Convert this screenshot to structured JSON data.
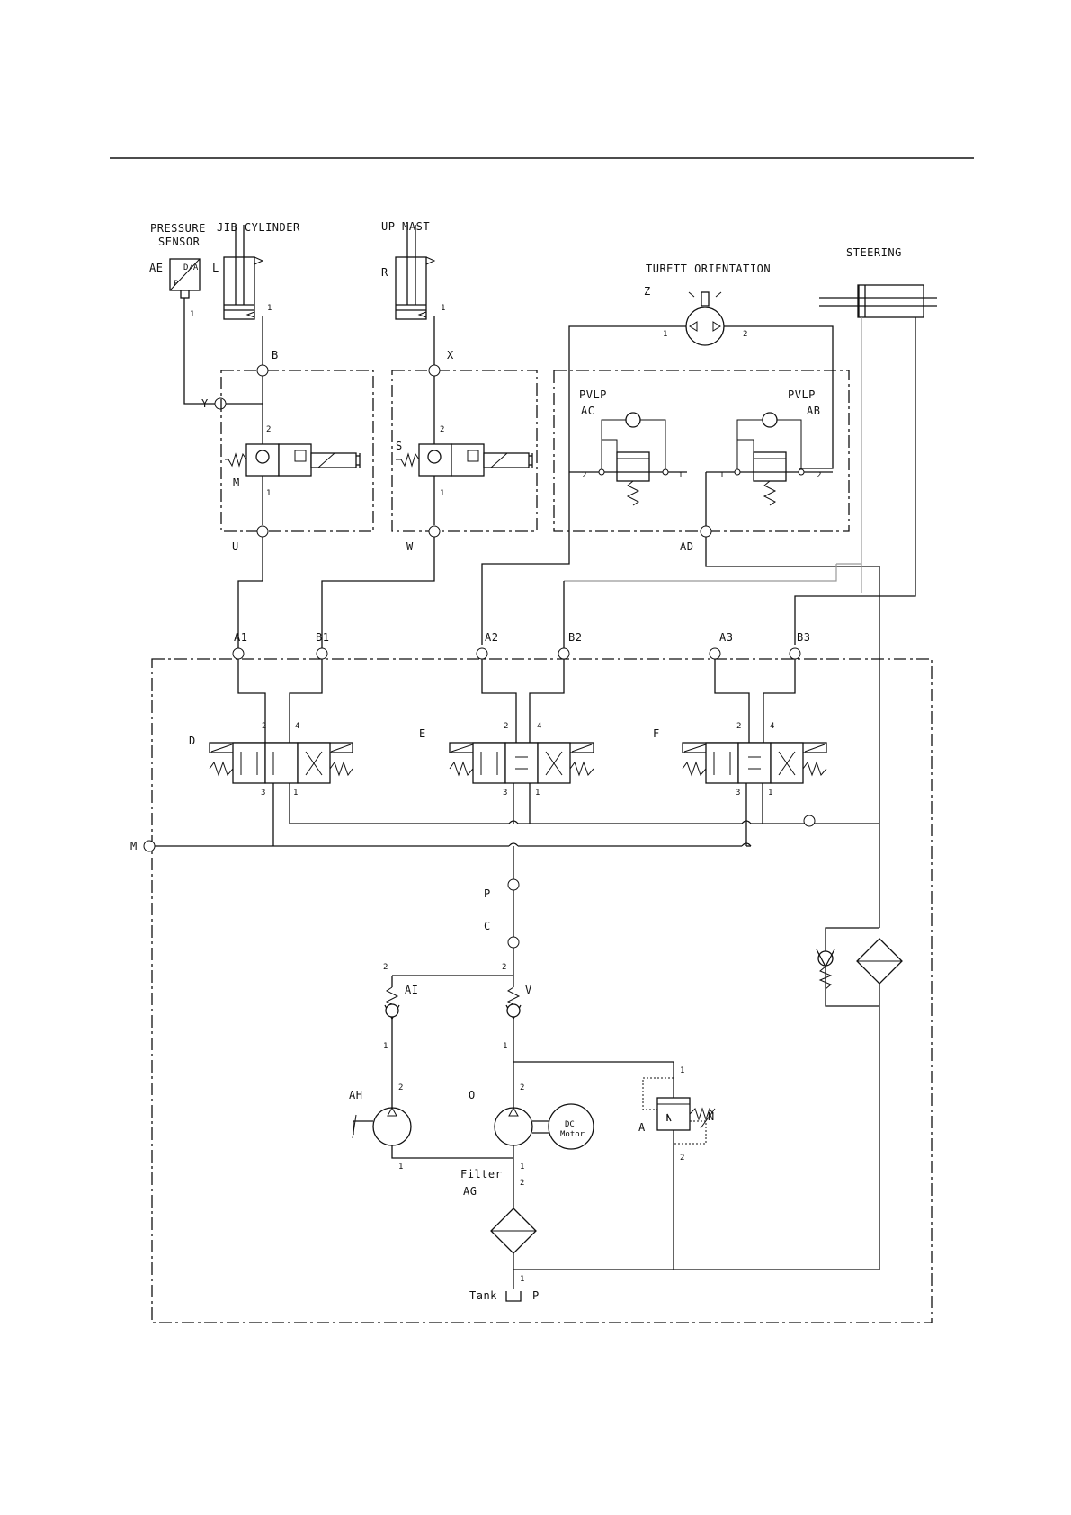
{
  "labels": {
    "pressure_sensor_l1": "PRESSURE",
    "pressure_sensor_l2": "SENSOR",
    "sensor_id": "AE",
    "sensor_da": "D/A",
    "sensor_p": "P",
    "jib_cylinder": "JIB CYLINDER",
    "jib_id": "L",
    "up_mast": "UP MAST",
    "up_mast_id": "R",
    "turret": "TURETT ORIENTATION",
    "turret_id": "Z",
    "steering": "STEERING",
    "pvlp_left_l1": "PVLP",
    "pvlp_left_l2": "AC",
    "pvlp_right_l1": "PVLP",
    "pvlp_right_l2": "AB",
    "port_b": "B",
    "port_x": "X",
    "port_y": "Y",
    "port_u": "U",
    "port_w": "W",
    "port_ad": "AD",
    "valve_m": "M",
    "valve_s": "S",
    "port_a1": "A1",
    "port_b1": "B1",
    "port_a2": "A2",
    "port_b2": "B2",
    "port_a3": "A3",
    "port_b3": "B3",
    "spool_d": "D",
    "spool_e": "E",
    "spool_f": "F",
    "port_m": "M",
    "port_p": "P",
    "port_c": "C",
    "check_ai": "AI",
    "check_v": "V",
    "hand_pump": "AH",
    "pump_o": "O",
    "motor_l1": "DC",
    "motor_l2": "Motor",
    "relief_a": "A",
    "relief_n": "N",
    "filter_l1": "Filter",
    "filter_l2": "AG",
    "tank": "Tank",
    "tank_p": "P"
  },
  "colors": {
    "line": "#111111",
    "return_line": "#999999",
    "background": "#ffffff"
  }
}
